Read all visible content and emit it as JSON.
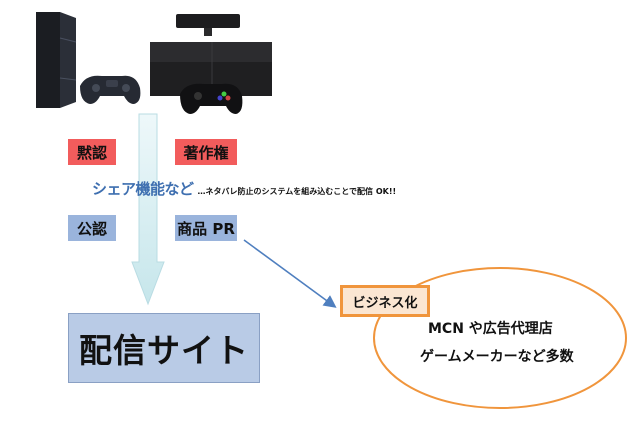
{
  "tags": {
    "mokunin": "黙認",
    "chosakuken": "著作権",
    "kounin": "公認",
    "shohin_pr": "商品 PR"
  },
  "share": {
    "main": "シェア機能など",
    "sub": "…ネタバレ防止のシステムを組み込むことで配信 OK!!"
  },
  "site": {
    "label": "配信サイト"
  },
  "business": {
    "tag": "ビジネス化",
    "line1": "MCN や広告代理店",
    "line2": "ゲームメーカーなど多数"
  },
  "colors": {
    "red_tag": "#f25c5c",
    "blue_tag": "#9ab4dc",
    "site_box": "#b9cbe6",
    "orange_border": "#f0953c",
    "arrow_fill": "#d6eef1",
    "connector": "#4f7fbf"
  },
  "images": {
    "console_left": "ps4-console-with-controller",
    "console_right": "xbox-one-console-with-controller"
  }
}
